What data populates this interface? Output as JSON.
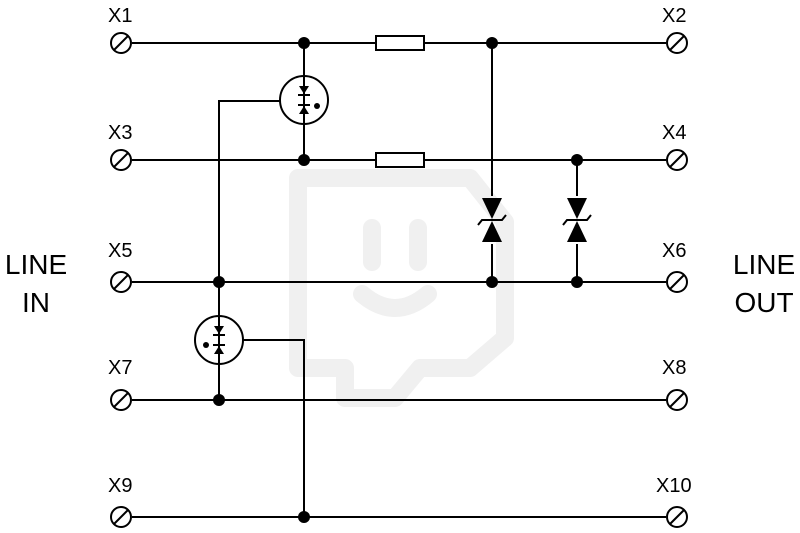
{
  "terminals": {
    "x1": "X1",
    "x2": "X2",
    "x3": "X3",
    "x4": "X4",
    "x5": "X5",
    "x6": "X6",
    "x7": "X7",
    "x8": "X8",
    "x9": "X9",
    "x10": "X10"
  },
  "line_in": {
    "line1": "LINE",
    "line2": "IN"
  },
  "line_out": {
    "line1": "LINE",
    "line2": "OUT"
  },
  "components": {
    "resistors": 2,
    "gas_discharge_tubes": 2,
    "bidirectional_tvs_diodes": 2
  },
  "watermark_icon": "plug-logo-icon"
}
